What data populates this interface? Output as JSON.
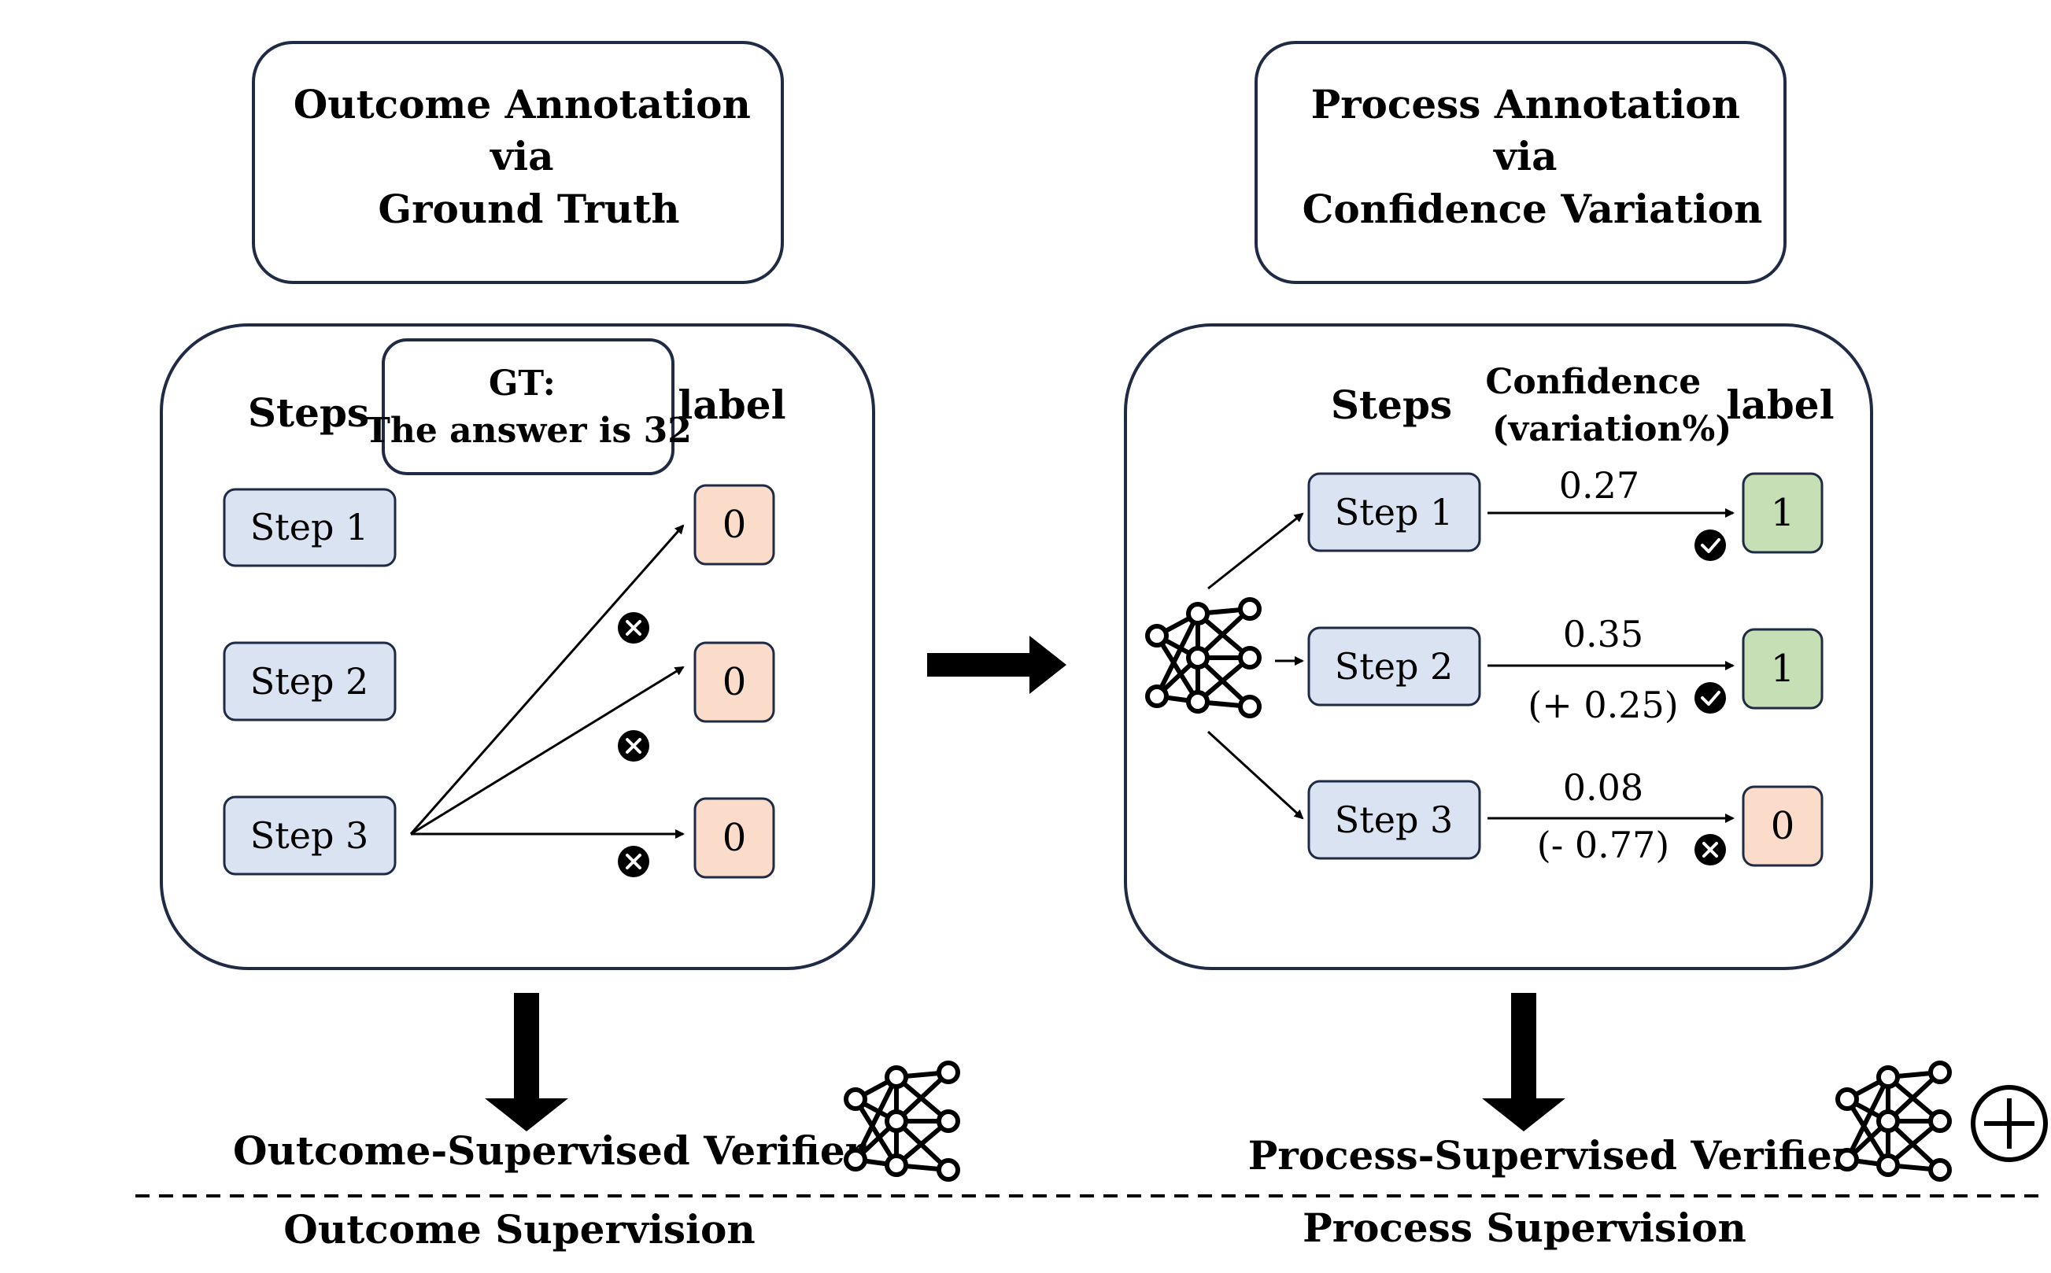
{
  "left": {
    "title_lines": [
      "Outcome Annotation",
      "via",
      "Ground Truth"
    ],
    "steps_header": "Steps",
    "gt_lines": [
      "GT:",
      "The answer is 32"
    ],
    "label_header": "label",
    "steps": [
      "Step 1",
      "Step 2",
      "Step 3"
    ],
    "labels": [
      "0",
      "0",
      "0"
    ],
    "verifier": "Outcome-Supervised Verifier",
    "section": "Outcome Supervision"
  },
  "right": {
    "title_lines": [
      "Process Annotation",
      "via",
      "Confidence Variation"
    ],
    "steps_header": "Steps",
    "confidence_header_lines": [
      "Confidence",
      "(variation%)"
    ],
    "label_header": "label",
    "steps": [
      "Step 1",
      "Step 2",
      "Step 3"
    ],
    "confidences": [
      "0.27",
      "0.35",
      "0.08"
    ],
    "variations": [
      "",
      "(+ 0.25)",
      "(- 0.77)"
    ],
    "marks": [
      "check",
      "check",
      "cross"
    ],
    "labels": [
      "1",
      "1",
      "0"
    ],
    "verifier": "Process-Supervised Verifier",
    "section": "Process Supervision"
  },
  "colors": {
    "stroke": "#1f2a44",
    "step_fill": "#d9e3f2",
    "label_zero_fill": "#fbdccb",
    "label_one_fill": "#c6dfb4",
    "black": "#000000"
  },
  "icons": [
    "cross-icon",
    "check-icon",
    "neural-network-icon",
    "plus-circle-icon"
  ]
}
